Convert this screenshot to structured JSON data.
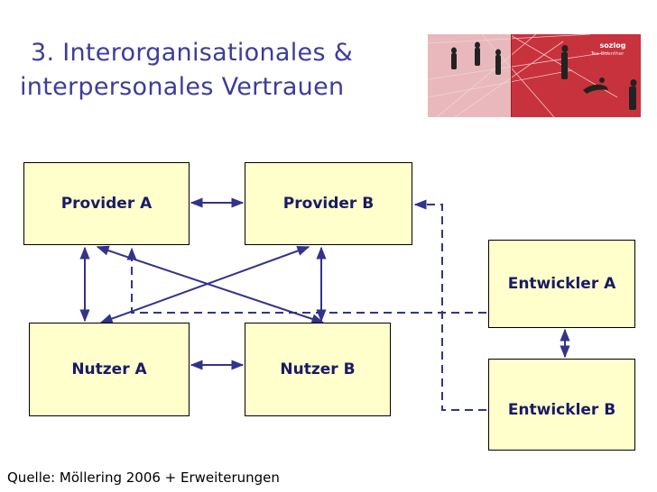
{
  "title": {
    "line1": "3. Interorganisationales &",
    "line2": "interpersonales Vertrauen"
  },
  "logo": {
    "brand": "sozlog",
    "subtitle": "Tea Guenther"
  },
  "nodes": {
    "provider_a": "Provider A",
    "provider_b": "Provider B",
    "nutzer_a": "Nutzer A",
    "nutzer_b": "Nutzer B",
    "entwickler_a": "Entwickler A",
    "entwickler_b": "Entwickler B"
  },
  "edges": [
    {
      "from": "provider_a",
      "to": "provider_b",
      "style": "solid",
      "arrows": "both"
    },
    {
      "from": "nutzer_a",
      "to": "nutzer_b",
      "style": "solid",
      "arrows": "both"
    },
    {
      "from": "provider_a",
      "to": "nutzer_a",
      "style": "solid",
      "arrows": "both"
    },
    {
      "from": "provider_b",
      "to": "nutzer_b",
      "style": "solid",
      "arrows": "both"
    },
    {
      "from": "provider_a",
      "to": "nutzer_b",
      "style": "solid",
      "arrows": "both"
    },
    {
      "from": "provider_b",
      "to": "nutzer_a",
      "style": "solid",
      "arrows": "both"
    },
    {
      "from": "entwickler_a",
      "to": "entwickler_b",
      "style": "solid",
      "arrows": "both"
    },
    {
      "from": "entwickler_a",
      "to": "provider_a",
      "style": "dashed",
      "arrows": "end"
    },
    {
      "from": "entwickler_b",
      "to": "provider_b",
      "style": "dashed",
      "arrows": "end"
    }
  ],
  "colors": {
    "title": "#3d3d99",
    "edge": "#33338a",
    "node_fill": "#ffffcc",
    "node_text": "#1a1a66",
    "logo_bg": "#c8323c"
  },
  "source": "Quelle: Möllering 2006 + Erweiterungen"
}
